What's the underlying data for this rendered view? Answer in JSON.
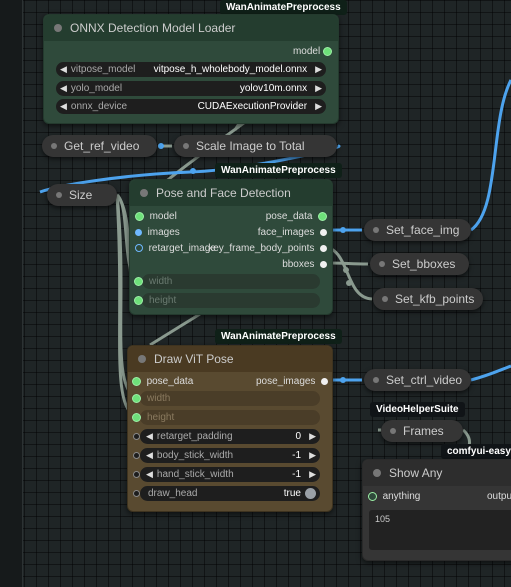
{
  "onnx_loader": {
    "badge": "WanAnimatePreprocess",
    "title": "ONNX Detection Model Loader",
    "output": "model",
    "widgets": [
      {
        "label": "vitpose_model",
        "value": "vitpose_h_wholebody_model.onnx"
      },
      {
        "label": "yolo_model",
        "value": "yolov10m.onnx"
      },
      {
        "label": "onnx_device",
        "value": "CUDAExecutionProvider"
      }
    ]
  },
  "get_ref_video": {
    "title": "Get_ref_video"
  },
  "scale_image": {
    "title": "Scale Image to Total"
  },
  "size": {
    "title": "Size"
  },
  "pose_face": {
    "badge": "WanAnimatePreprocess",
    "title": "Pose and Face Detection",
    "inputs": [
      "model",
      "images",
      "retarget_image"
    ],
    "outputs": [
      "pose_data",
      "face_images",
      "key_frame_body_points",
      "bboxes"
    ],
    "widgets": [
      "width",
      "height"
    ]
  },
  "set_face_img": {
    "title": "Set_face_img"
  },
  "set_bboxes": {
    "title": "Set_bboxes"
  },
  "set_kfb_points": {
    "title": "Set_kfb_points"
  },
  "draw_vit": {
    "badge": "WanAnimatePreprocess",
    "title": "Draw ViT Pose",
    "input": "pose_data",
    "output": "pose_images",
    "disabled_widgets": [
      "width",
      "height"
    ],
    "widgets": [
      {
        "label": "retarget_padding",
        "value": "0"
      },
      {
        "label": "body_stick_width",
        "value": "-1"
      },
      {
        "label": "hand_stick_width",
        "value": "-1"
      }
    ],
    "draw_head": {
      "label": "draw_head",
      "value": "true"
    }
  },
  "set_ctrl_video": {
    "title": "Set_ctrl_video"
  },
  "frames": {
    "badge": "VideoHelperSuite",
    "title": "Frames"
  },
  "show_any": {
    "badge": "comfyui-easy-u",
    "title": "Show Any",
    "input": "anything",
    "output": "outpu",
    "text": "105"
  },
  "colors": {
    "accent_green": "#2f4a3b",
    "accent_brown": "#594a30",
    "wire_blue": "#4da3ee"
  }
}
